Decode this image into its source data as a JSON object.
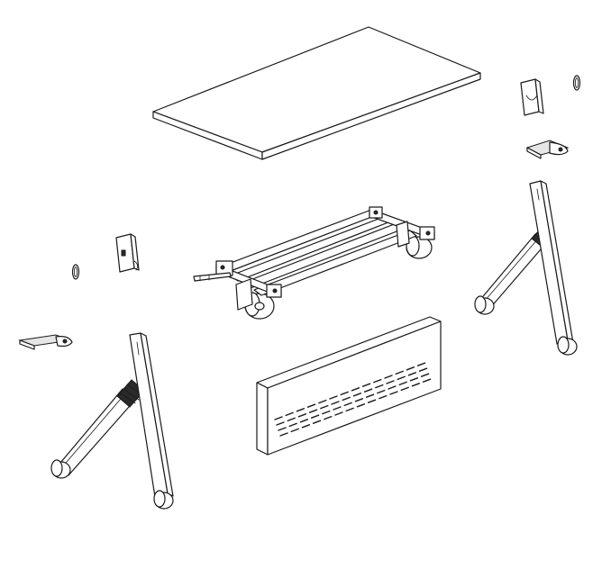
{
  "figure": {
    "kind": "exploded assembly drawing",
    "line_color": "#1a1a1a",
    "background": "#ffffff",
    "parts": [
      {
        "id": "table-top",
        "icon": "tabletop-panel"
      },
      {
        "id": "undercarriage-frame",
        "icon": "frame-with-casters"
      },
      {
        "id": "modesty-panel",
        "icon": "slotted-panel"
      },
      {
        "id": "left-leg",
        "icon": "folding-leg-with-casters"
      },
      {
        "id": "right-leg",
        "icon": "folding-leg-with-casters"
      },
      {
        "id": "left-bracket",
        "icon": "mounting-bracket"
      },
      {
        "id": "right-bracket",
        "icon": "mounting-bracket"
      },
      {
        "id": "left-lever",
        "icon": "release-lever"
      },
      {
        "id": "right-lever",
        "icon": "release-lever"
      },
      {
        "id": "left-clip",
        "icon": "retaining-clip"
      },
      {
        "id": "right-clip",
        "icon": "retaining-clip"
      }
    ]
  }
}
